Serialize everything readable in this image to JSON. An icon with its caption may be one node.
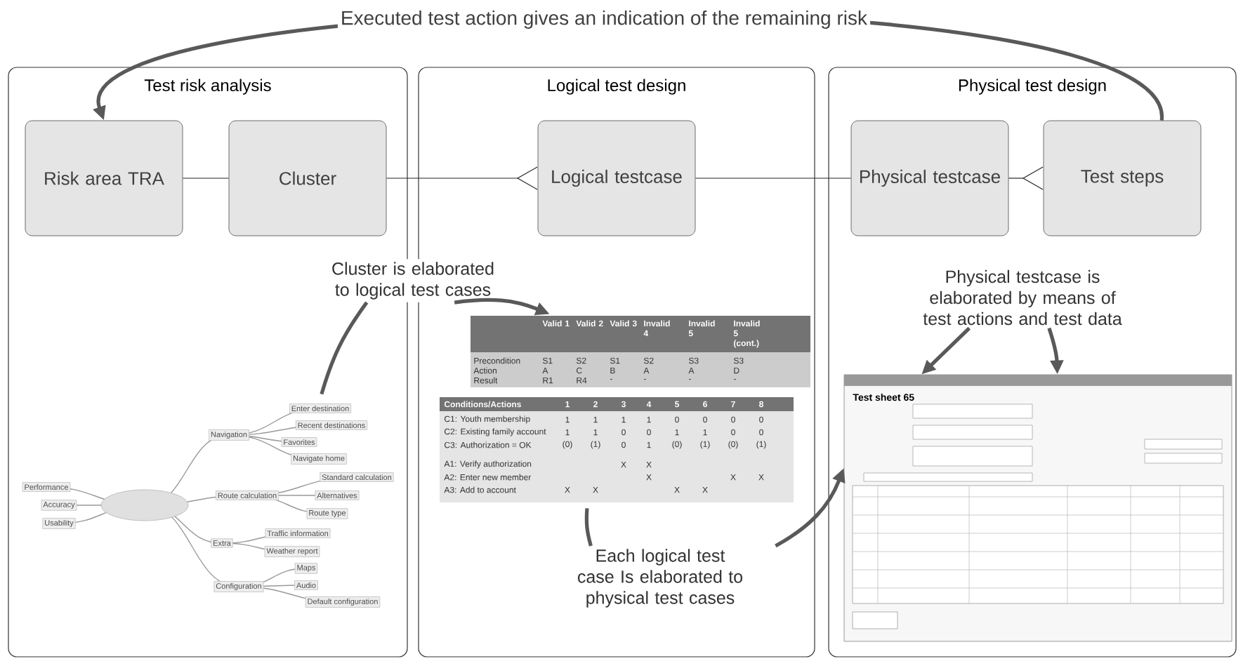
{
  "diagram": {
    "nodes": [
      {
        "text": [
          "Test risk analysis"
        ]
      },
      {
        "text": [
          "Logical test design"
        ]
      },
      {
        "text": [
          "Physical test design"
        ]
      },
      {
        "text": [
          "Risk area TRA"
        ],
        "in": 0
      },
      {
        "text": [
          "Cluster"
        ],
        "in": 0
      },
      {
        "text": [
          "Logical testcase"
        ],
        "in": 1
      },
      {
        "text": [
          "Physical testcase"
        ],
        "in": 2
      },
      {
        "text": [
          "Test steps"
        ],
        "in": 2
      },
      {
        "text": [
          "Cluster is elaborated to logical test cases"
        ]
      },
      {
        "text": [],
        "shape": "picture",
        "in": 0
      },
      {
        "text": [],
        "shape": "picture",
        "in": 1
      },
      {
        "text": [
          "Each logical test case Is elaborated to physical test cases"
        ],
        "in": 1
      },
      {
        "text": [
          "Physical testcase is elaborated by means of test actions and test data"
        ],
        "in": 2
      },
      {
        "text": [],
        "shape": "picture",
        "in": 2
      }
    ],
    "edges": [
      {
        "from": 7,
        "to": 3,
        "arrow": "to",
        "color": "#595959",
        "label": "Executed test action gives an indication of the remaining risk"
      },
      {
        "from": 3,
        "to": 4,
        "arrow": "none"
      },
      {
        "from": 4,
        "to": 5,
        "arrow": "other"
      },
      {
        "from": 5,
        "to": 6,
        "arrow": "none"
      },
      {
        "from": 6,
        "to": 7,
        "arrow": "other"
      },
      {
        "from": 8,
        "to": 9,
        "arrow": "none",
        "color": "#595959"
      },
      {
        "from": 8,
        "to": 10,
        "arrow": "to",
        "color": "#595959"
      },
      {
        "from": 11,
        "to": 10,
        "arrow": "none",
        "color": "#595959"
      },
      {
        "from": 11,
        "to": 13,
        "arrow": "to",
        "color": "#595959"
      },
      {
        "from": 12,
        "to": 13,
        "arrow": "to",
        "color": "#595959"
      },
      {
        "from": 12,
        "to": 13,
        "arrow": "to",
        "color": "#595959"
      }
    ],
    "labels": [
      "Performance",
      "Accuracy",
      "Usability",
      "Navigation",
      "Enter destination",
      "Recent destinations",
      "Favorites",
      "Navigate home",
      "Route calculation",
      "Standard calculation",
      "Alternatives",
      "Route type",
      "Extra",
      "Traffic information",
      "Weather report",
      "Configuration",
      "Maps",
      "Audio",
      "Default configuration",
      "Valid 1",
      "Valid 2",
      "Valid 3",
      "Invalid 4",
      "Invalid 5",
      "Invalid 5 (cont.)",
      "Precondition",
      "S1",
      "S2",
      "S1",
      "S2",
      "S3",
      "S3",
      "Action",
      "A",
      "C",
      "B",
      "A",
      "A",
      "D",
      "Result",
      "R1",
      "R4",
      "-",
      "-",
      "-",
      "-",
      "Conditions/Actions",
      "1",
      "2",
      "3",
      "4",
      "5",
      "6",
      "7",
      "8",
      "C1: Youth membership",
      "1",
      "1",
      "1",
      "1",
      "0",
      "0",
      "0",
      "0",
      "C2: Existing family account",
      "1",
      "1",
      "0",
      "0",
      "1",
      "1",
      "0",
      "0",
      "C3: Authorization = OK",
      "(0)",
      "(1)",
      "0",
      "1",
      "(0)",
      "(1)",
      "(0)",
      "(1)",
      "A1: Verify authorization",
      "X",
      "X",
      "A2: Enter new member",
      "X",
      "X",
      "X",
      "A3: Add to account",
      "X",
      "X",
      "X",
      "X",
      "Test sheet 65"
    ]
  }
}
